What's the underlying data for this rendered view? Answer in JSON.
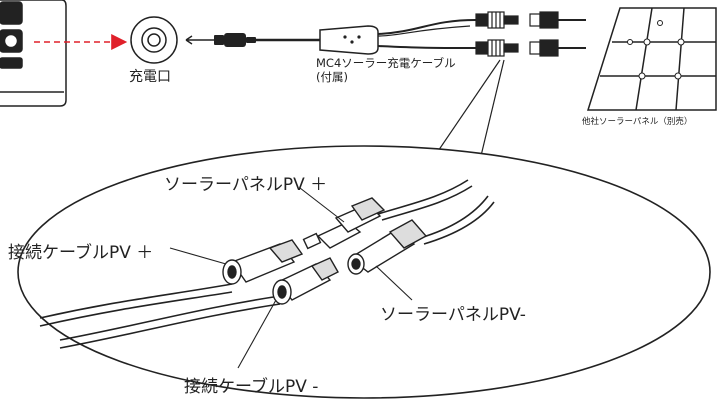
{
  "labels": {
    "charging_port": "充電口",
    "cable_line1": "MC4ソーラー充電ケーブル",
    "cable_line2": "(付属)",
    "solar_panel": "他社ソーラーパネル（別売）",
    "solar_pv_plus": "ソーラーパネルPV ＋",
    "connect_pv_plus": "接続ケーブルPV ＋",
    "solar_pv_minus": "ソーラーパネルPV-",
    "connect_pv_minus": "接続ケーブルPV -"
  },
  "colors": {
    "line": "#222222",
    "arrow": "#e0202a",
    "background": "#ffffff"
  }
}
